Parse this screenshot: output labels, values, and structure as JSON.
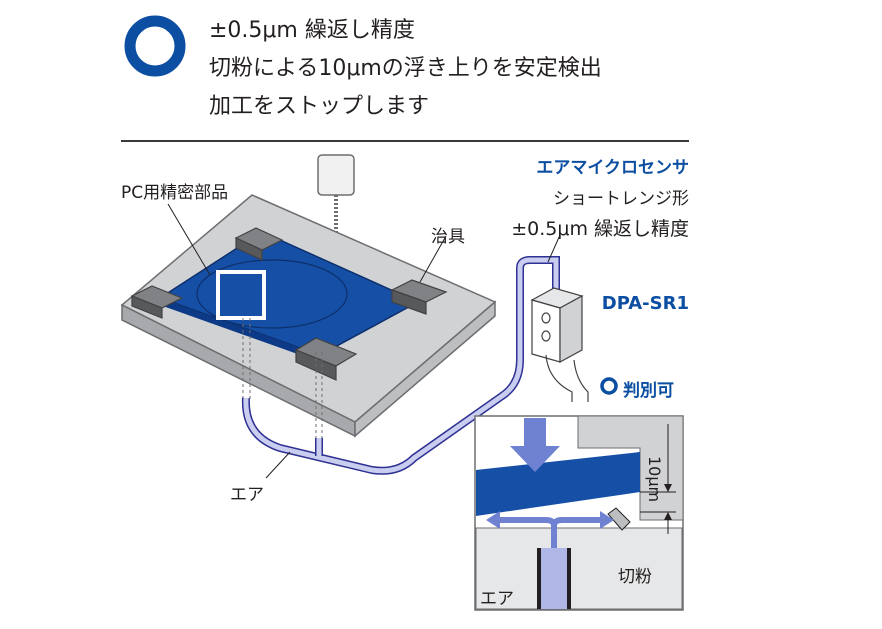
{
  "header": {
    "line1": "±0.5μm 繰返し精度",
    "line2": "切粉による10μmの浮き上りを安定検出",
    "line3": "加工をストップします"
  },
  "labels": {
    "part": "PC用精密部品",
    "jig": "治具",
    "air_main": "エア",
    "sensor_name": "エアマイクロセンサ",
    "sensor_type": "ショートレンジ形",
    "sensor_precision": "±0.5μm 繰返し精度",
    "model": "DPA-SR1",
    "detect_ok": "判別可",
    "gap": "10μm",
    "chips": "切粉",
    "air_detail": "エア"
  },
  "colors": {
    "brand_blue": "#0b4ea2",
    "part_blue": "#1650a6",
    "airflow_blue": "#6f82d2",
    "gray_dark": "#6d6e71",
    "gray_light": "#d1d2d4"
  }
}
